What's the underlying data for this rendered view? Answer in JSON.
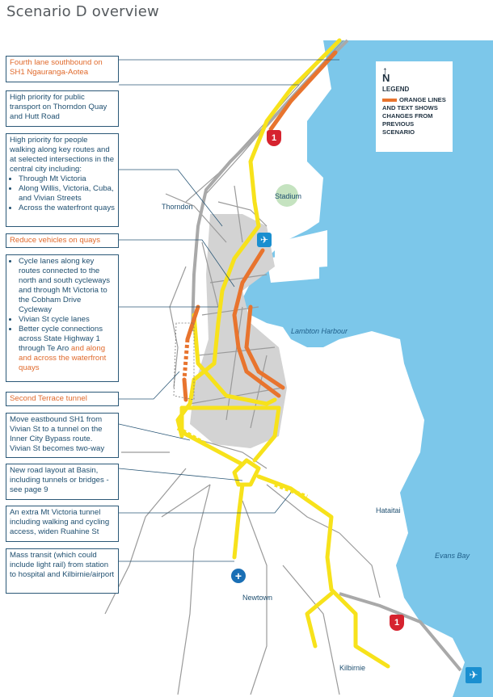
{
  "title": "Scenario D overview",
  "legend": {
    "north": "N",
    "heading": "LEGEND",
    "description": "ORANGE LINES AND TEXT SHOWS CHANGES FROM PREVIOUS SCENARIO"
  },
  "callouts": [
    {
      "id": "c1",
      "text": "Fourth lane southbound on SH1 Ngauranga-Aotea",
      "changed": true
    },
    {
      "id": "c2",
      "text": "High priority for public transport on Thorndon Quay and Hutt Road",
      "changed": false
    },
    {
      "id": "c3",
      "intro": "High priority for people walking along key routes and at selected intersections in the central city including:",
      "bullets": [
        "Through Mt Victoria",
        "Along Willis, Victoria, Cuba, and Vivian Streets",
        "Across the waterfront quays"
      ],
      "changed": false
    },
    {
      "id": "c4",
      "text": "Reduce vehicles on quays",
      "changed": true
    },
    {
      "id": "c5",
      "bullets": [
        "Cycle lanes along key routes connected to the north and south cycleways and through Mt Victoria to the Cobham Drive Cycleway",
        "Vivian St cycle lanes"
      ],
      "last_bullet": "Better cycle connections across State Highway 1 through Te Aro",
      "last_bullet_changed": "and along and across the  waterfront quays",
      "changed": false
    },
    {
      "id": "c6",
      "text": "Second Terrace tunnel",
      "changed": true
    },
    {
      "id": "c7",
      "text": "Move eastbound SH1 from Vivian St to a tunnel on the Inner City Bypass route. Vivian St becomes two-way",
      "changed": false
    },
    {
      "id": "c8",
      "text": "New road layout at Basin, including tunnels or bridges - see page 9",
      "changed": false
    },
    {
      "id": "c9",
      "text": "An extra Mt Victoria tunnel including walking and cycling access, widen Ruahine St",
      "changed": false
    },
    {
      "id": "c10",
      "text": "Mass transit (which could include light rail) from station to  hospital and Kilbirnie/airport",
      "changed": false
    }
  ],
  "places": {
    "thorndon": "Thorndon",
    "stadium": "Stadium",
    "lambton": "Lambton Harbour",
    "hataitai": "Hataitai",
    "evans_bay": "Evans Bay",
    "newtown": "Newtown",
    "kilbirnie": "Kilbirnie"
  },
  "shields": {
    "sh1_north": "1",
    "sh1_south": "1"
  },
  "icons": [
    "north-arrow-icon",
    "highway-shield-icon",
    "train-station-icon",
    "hospital-icon",
    "airport-icon"
  ],
  "colors": {
    "water": "#7cc7ea",
    "transit": "#f7e21b",
    "change": "#e8742e",
    "road": "#9a9a9a",
    "central_area": "#d3d3d3",
    "text": "#1f4f70"
  }
}
